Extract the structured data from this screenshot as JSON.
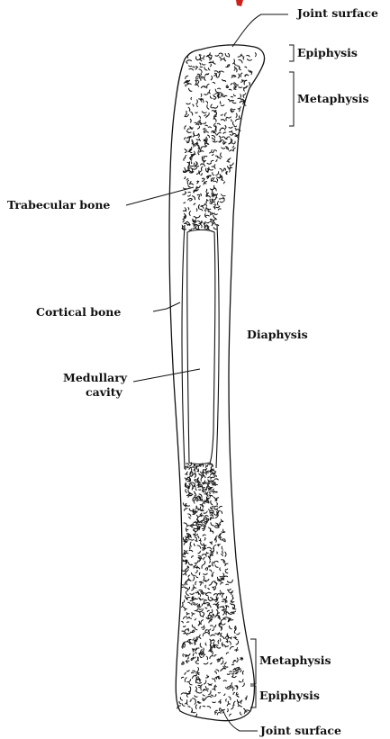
{
  "labels": {
    "joint_surface_top": "Joint surface",
    "epiphysis_top": "Epiphysis",
    "metaphysis_top": "Metaphysis",
    "trabecular_bone": "Trabecular bone",
    "cortical_bone": "Cortical bone",
    "diaphysis": "Diaphysis",
    "medullary_line1": "Medullary",
    "medullary_line2": "cavity",
    "metaphysis_bottom": "Metaphysis",
    "epiphysis_bottom": "Epiphysis",
    "joint_surface_bottom": "Joint surface"
  },
  "colors": {
    "ink": "#111111",
    "accent_red": "#d0201a",
    "background": "#ffffff"
  }
}
